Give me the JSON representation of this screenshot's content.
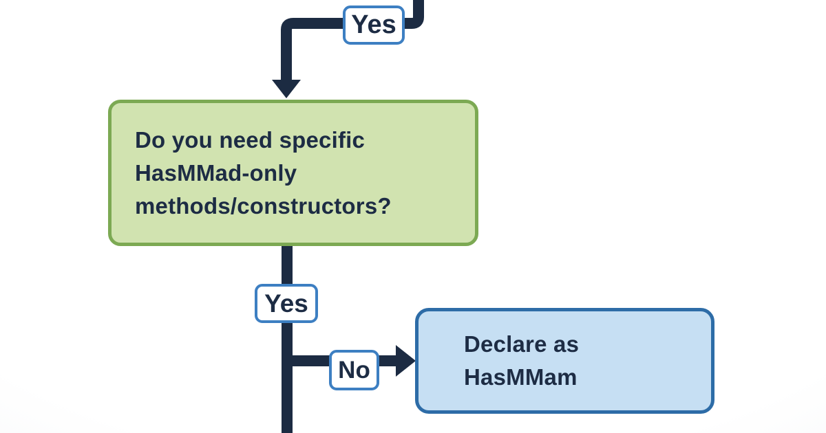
{
  "diagram": {
    "colors": {
      "connector": "#1c2b42",
      "text": "#1d2c44",
      "label_bg": "#ffffff",
      "label_border": "#3d7fc2",
      "decision_fill": "#d1e3b0",
      "decision_border": "#7ca953",
      "result_fill": "#c6dff3",
      "result_border": "#2d6ca7",
      "background": "#f7f8f9"
    },
    "edge_labels": {
      "yes_top": "Yes",
      "yes_bottom": "Yes",
      "no": "No"
    },
    "nodes": {
      "decision": {
        "lines": [
          "Do you need specific",
          "HasMMad-only",
          "methods/constructors?"
        ]
      },
      "result": {
        "lines": [
          "Declare as",
          "HasMMam"
        ]
      }
    }
  }
}
